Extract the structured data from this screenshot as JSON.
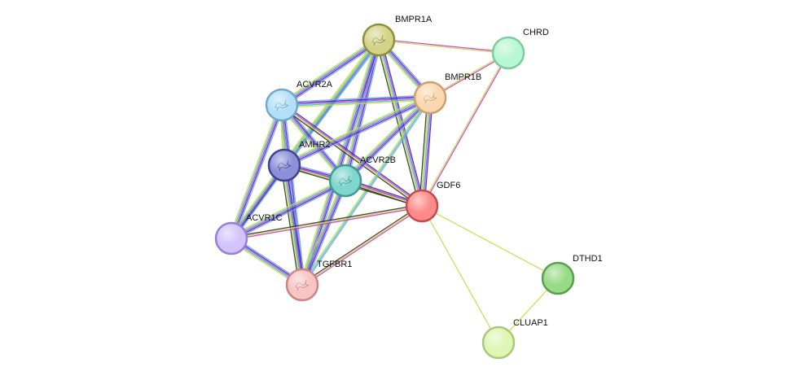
{
  "network": {
    "nodes": [
      {
        "id": "BMPR1A",
        "label": "BMPR1A",
        "fill": "#d4d489",
        "stroke": "#8f8f3e",
        "structure": true
      },
      {
        "id": "CHRD",
        "label": "CHRD",
        "fill": "#b7f7d1",
        "stroke": "#7ecb9e",
        "structure": false
      },
      {
        "id": "ACVR2A",
        "label": "ACVR2A",
        "fill": "#b4e0f7",
        "stroke": "#6fa8c9",
        "structure": true
      },
      {
        "id": "BMPR1B",
        "label": "BMPR1B",
        "fill": "#f9d8b0",
        "stroke": "#c9a274",
        "structure": true
      },
      {
        "id": "AMHR2",
        "label": "AMHR2",
        "fill": "#8c90d9",
        "stroke": "#3c4293",
        "structure": true
      },
      {
        "id": "ACVR2B",
        "label": "ACVR2B",
        "fill": "#7fd6ce",
        "stroke": "#3e9b93",
        "structure": true
      },
      {
        "id": "GDF6",
        "label": "GDF6",
        "fill": "#ff8a8a",
        "stroke": "#c64a4a",
        "structure": false
      },
      {
        "id": "ACVR1C",
        "label": "ACVR1C",
        "fill": "#d2c4fb",
        "stroke": "#9580d4",
        "structure": false
      },
      {
        "id": "TGFBR1",
        "label": "TGFBR1",
        "fill": "#f8c4c4",
        "stroke": "#cc8484",
        "structure": true
      },
      {
        "id": "DTHD1",
        "label": "DTHD1",
        "fill": "#97db86",
        "stroke": "#5aa04a",
        "structure": false
      },
      {
        "id": "CLUAP1",
        "label": "CLUAP1",
        "fill": "#dff5b3",
        "stroke": "#a9c87a",
        "structure": false
      }
    ],
    "edges": [
      {
        "source": "BMPR1A",
        "target": "CHRD",
        "colors": [
          "#c93ecb",
          "#c7dc4c"
        ]
      },
      {
        "source": "CHRD",
        "target": "BMPR1B",
        "colors": [
          "#c93ecb",
          "#c7dc4c"
        ]
      },
      {
        "source": "CHRD",
        "target": "GDF6",
        "colors": [
          "#c93ecb",
          "#c7dc4c"
        ]
      },
      {
        "source": "BMPR1A",
        "target": "BMPR1B",
        "colors": [
          "#7aa0ef",
          "#2e2ebf",
          "#c93ecb",
          "#43c7c0",
          "#c7dc4c"
        ]
      },
      {
        "source": "BMPR1A",
        "target": "ACVR2A",
        "colors": [
          "#7aa0ef",
          "#2e2ebf",
          "#c93ecb",
          "#43c7c0",
          "#c7dc4c"
        ]
      },
      {
        "source": "BMPR1A",
        "target": "AMHR2",
        "colors": [
          "#7aa0ef",
          "#2e2ebf",
          "#c93ecb",
          "#43c7c0",
          "#c7dc4c"
        ]
      },
      {
        "source": "BMPR1A",
        "target": "ACVR2B",
        "colors": [
          "#7aa0ef",
          "#2e2ebf",
          "#c93ecb",
          "#43c7c0",
          "#c7dc4c"
        ]
      },
      {
        "source": "BMPR1A",
        "target": "GDF6",
        "colors": [
          "#2e2ebf",
          "#c93ecb",
          "#43c7c0",
          "#c7dc4c",
          "#333333"
        ]
      },
      {
        "source": "BMPR1A",
        "target": "ACVR1C",
        "colors": [
          "#7aa0ef",
          "#43c7c0",
          "#c7dc4c"
        ]
      },
      {
        "source": "BMPR1A",
        "target": "TGFBR1",
        "colors": [
          "#7aa0ef",
          "#2e2ebf",
          "#c93ecb",
          "#43c7c0",
          "#c7dc4c"
        ]
      },
      {
        "source": "ACVR2A",
        "target": "BMPR1B",
        "colors": [
          "#7aa0ef",
          "#2e2ebf",
          "#c93ecb",
          "#43c7c0",
          "#c7dc4c"
        ]
      },
      {
        "source": "ACVR2A",
        "target": "AMHR2",
        "colors": [
          "#7aa0ef",
          "#43c7c0",
          "#c7dc4c"
        ]
      },
      {
        "source": "ACVR2A",
        "target": "ACVR2B",
        "colors": [
          "#7aa0ef",
          "#2e2ebf",
          "#c93ecb",
          "#43c7c0",
          "#c7dc4c"
        ]
      },
      {
        "source": "ACVR2A",
        "target": "GDF6",
        "colors": [
          "#2e2ebf",
          "#c93ecb",
          "#c7dc4c",
          "#333333"
        ]
      },
      {
        "source": "ACVR2A",
        "target": "ACVR1C",
        "colors": [
          "#7aa0ef",
          "#2e2ebf",
          "#c93ecb",
          "#43c7c0",
          "#c7dc4c"
        ]
      },
      {
        "source": "ACVR2A",
        "target": "TGFBR1",
        "colors": [
          "#7aa0ef",
          "#2e2ebf",
          "#c93ecb",
          "#43c7c0",
          "#c7dc4c"
        ]
      },
      {
        "source": "BMPR1B",
        "target": "AMHR2",
        "colors": [
          "#7aa0ef",
          "#2e2ebf",
          "#c93ecb",
          "#43c7c0",
          "#c7dc4c"
        ]
      },
      {
        "source": "BMPR1B",
        "target": "ACVR2B",
        "colors": [
          "#7aa0ef",
          "#2e2ebf",
          "#c93ecb",
          "#43c7c0",
          "#c7dc4c"
        ]
      },
      {
        "source": "BMPR1B",
        "target": "GDF6",
        "colors": [
          "#2e2ebf",
          "#c93ecb",
          "#43c7c0",
          "#c7dc4c",
          "#333333"
        ]
      },
      {
        "source": "BMPR1B",
        "target": "TGFBR1",
        "colors": [
          "#7aa0ef",
          "#43c7c0",
          "#c7dc4c"
        ]
      },
      {
        "source": "AMHR2",
        "target": "ACVR2B",
        "colors": [
          "#7aa0ef",
          "#2e2ebf",
          "#c93ecb",
          "#43c7c0",
          "#c7dc4c"
        ]
      },
      {
        "source": "AMHR2",
        "target": "GDF6",
        "colors": [
          "#c93ecb",
          "#c7dc4c",
          "#333333"
        ]
      },
      {
        "source": "AMHR2",
        "target": "ACVR1C",
        "colors": [
          "#7aa0ef",
          "#2e2ebf",
          "#c93ecb",
          "#43c7c0",
          "#c7dc4c"
        ]
      },
      {
        "source": "AMHR2",
        "target": "TGFBR1",
        "colors": [
          "#7aa0ef",
          "#2e2ebf",
          "#c93ecb",
          "#43c7c0",
          "#c7dc4c",
          "#333333"
        ]
      },
      {
        "source": "ACVR2B",
        "target": "GDF6",
        "colors": [
          "#2e2ebf",
          "#c93ecb",
          "#c7dc4c",
          "#333333"
        ]
      },
      {
        "source": "ACVR2B",
        "target": "ACVR1C",
        "colors": [
          "#7aa0ef",
          "#2e2ebf",
          "#c93ecb",
          "#43c7c0",
          "#c7dc4c"
        ]
      },
      {
        "source": "ACVR2B",
        "target": "TGFBR1",
        "colors": [
          "#7aa0ef",
          "#2e2ebf",
          "#c93ecb",
          "#43c7c0",
          "#c7dc4c"
        ]
      },
      {
        "source": "GDF6",
        "target": "ACVR1C",
        "colors": [
          "#c93ecb",
          "#c7dc4c",
          "#333333"
        ]
      },
      {
        "source": "GDF6",
        "target": "TGFBR1",
        "colors": [
          "#c93ecb",
          "#c7dc4c",
          "#333333"
        ]
      },
      {
        "source": "ACVR1C",
        "target": "TGFBR1",
        "colors": [
          "#7aa0ef",
          "#2e2ebf",
          "#c93ecb",
          "#43c7c0",
          "#c7dc4c"
        ]
      },
      {
        "source": "GDF6",
        "target": "DTHD1",
        "colors": [
          "#c7dc4c"
        ]
      },
      {
        "source": "GDF6",
        "target": "CLUAP1",
        "colors": [
          "#c7dc4c"
        ]
      },
      {
        "source": "DTHD1",
        "target": "CLUAP1",
        "colors": [
          "#c7dc4c"
        ]
      }
    ]
  }
}
